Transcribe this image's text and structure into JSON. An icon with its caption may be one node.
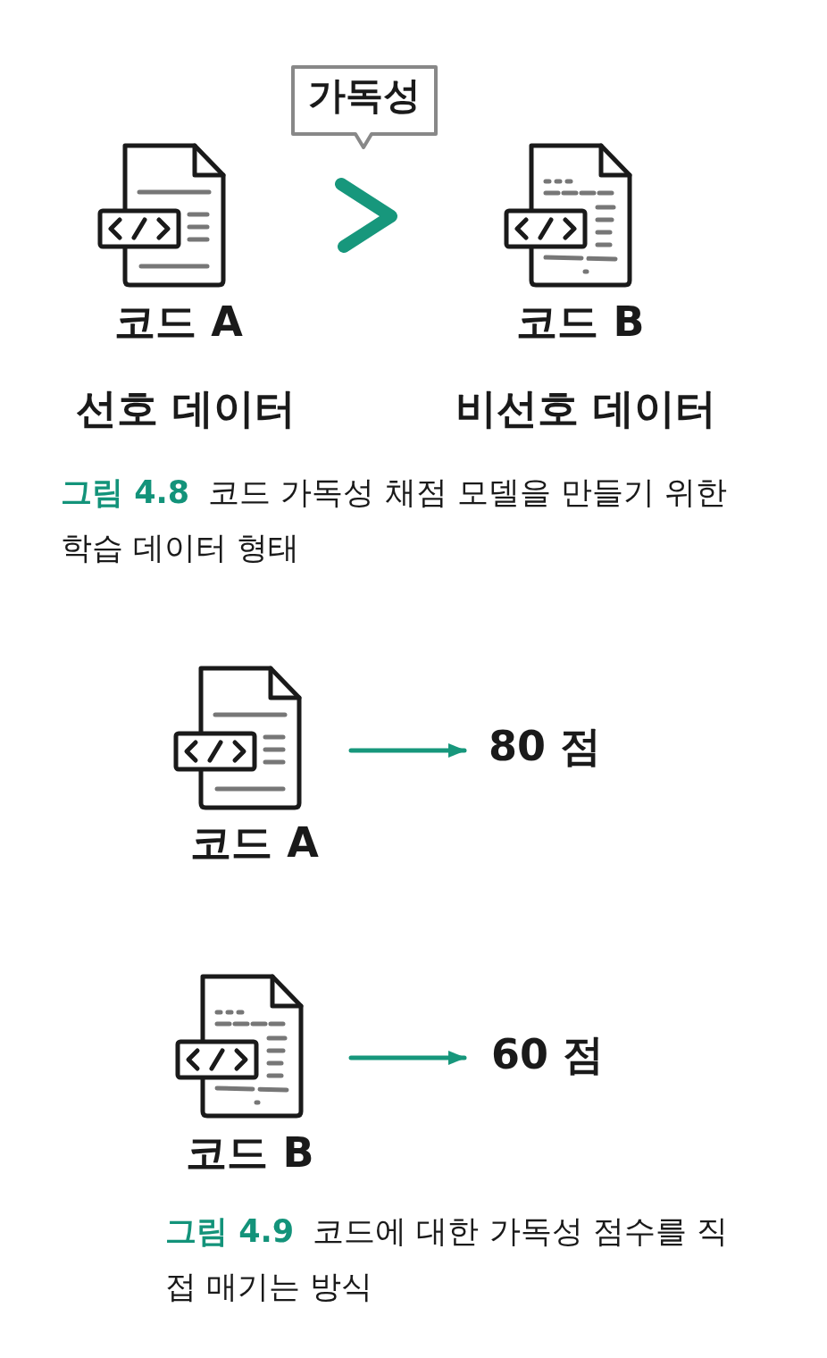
{
  "diagram": {
    "nodes": [
      {
        "text": [
          "가독성"
        ]
      },
      {
        "text": [
          "코드 A"
        ],
        "beside": [
          "선호 데이터"
        ]
      },
      {
        "text": [
          "코드 B"
        ],
        "beside": [
          "비선호 데이터"
        ]
      },
      {
        "text": [
          "코드 A"
        ]
      },
      {
        "text": [
          "80 점"
        ]
      },
      {
        "text": [
          "코드 B"
        ]
      },
      {
        "text": [
          "60 점"
        ]
      }
    ],
    "edges": [
      {
        "from": 3,
        "to": 4,
        "arrow": "to"
      },
      {
        "from": 5,
        "to": 6,
        "arrow": "to"
      }
    ],
    "labels": [
      "**그림 4.8** 코드 가독성 채점 모델을 만들기 위한 학습 데이터 형태",
      "**그림 4.9** 코드에 대한 가독성 점수를 직접 매기는 방식"
    ]
  }
}
